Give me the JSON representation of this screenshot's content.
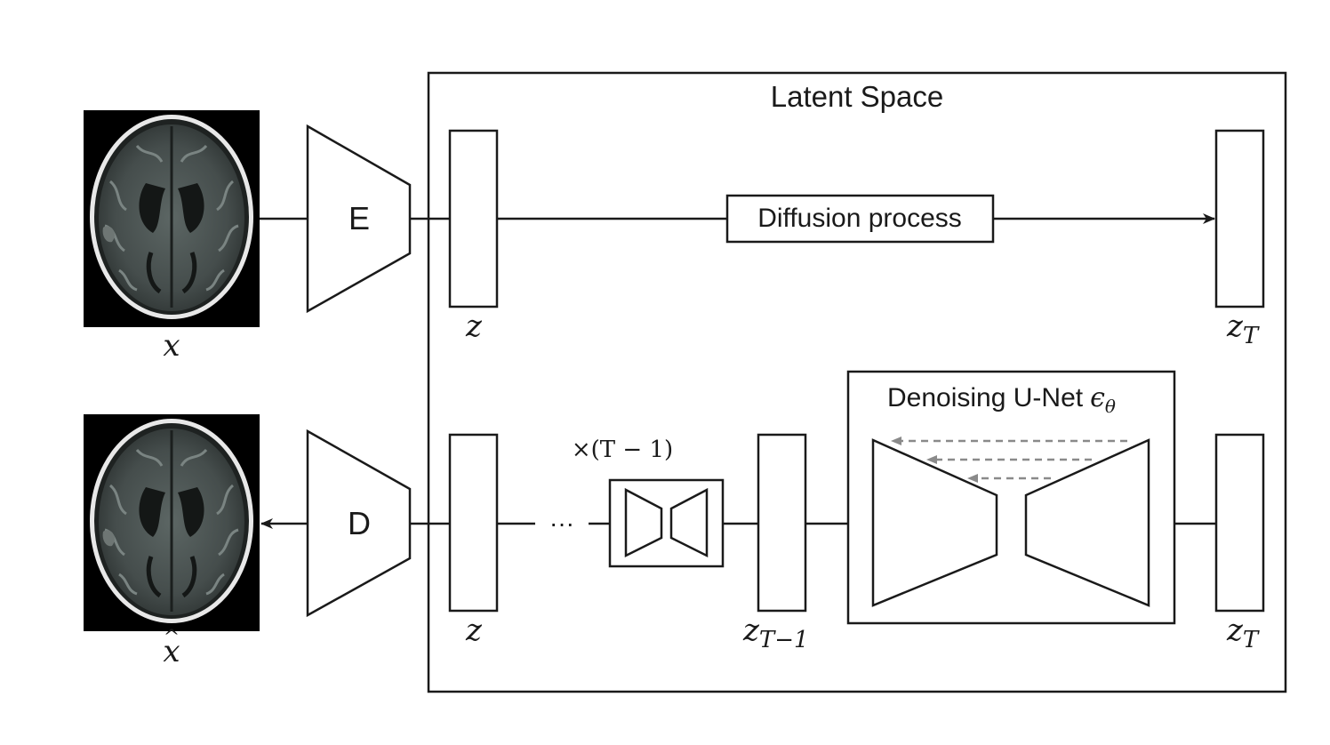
{
  "latent_space": {
    "title": "Latent Space"
  },
  "encoder": {
    "label": "E"
  },
  "decoder": {
    "label": "D"
  },
  "diffusion": {
    "label": "Diffusion process"
  },
  "unet": {
    "label": "Denoising U-Net",
    "symbol": "ϵ",
    "symbol_sub": "θ"
  },
  "repeat": {
    "label": "×(T − 1)"
  },
  "ellipsis": "···",
  "input_image": {
    "var": "x"
  },
  "output_image": {
    "var": "x",
    "accent": "^"
  },
  "latents": {
    "z_top": {
      "var": "z"
    },
    "zT_top": {
      "var": "z",
      "sub": "T"
    },
    "z_bottom": {
      "var": "z"
    },
    "zT1": {
      "var": "z",
      "sub": "T−1"
    },
    "zT_bottom": {
      "var": "z",
      "sub": "T"
    }
  },
  "colors": {
    "stroke": "#1a1a1a",
    "skip_arrows": "#8a8a8a",
    "mri_bg": "#000000"
  }
}
